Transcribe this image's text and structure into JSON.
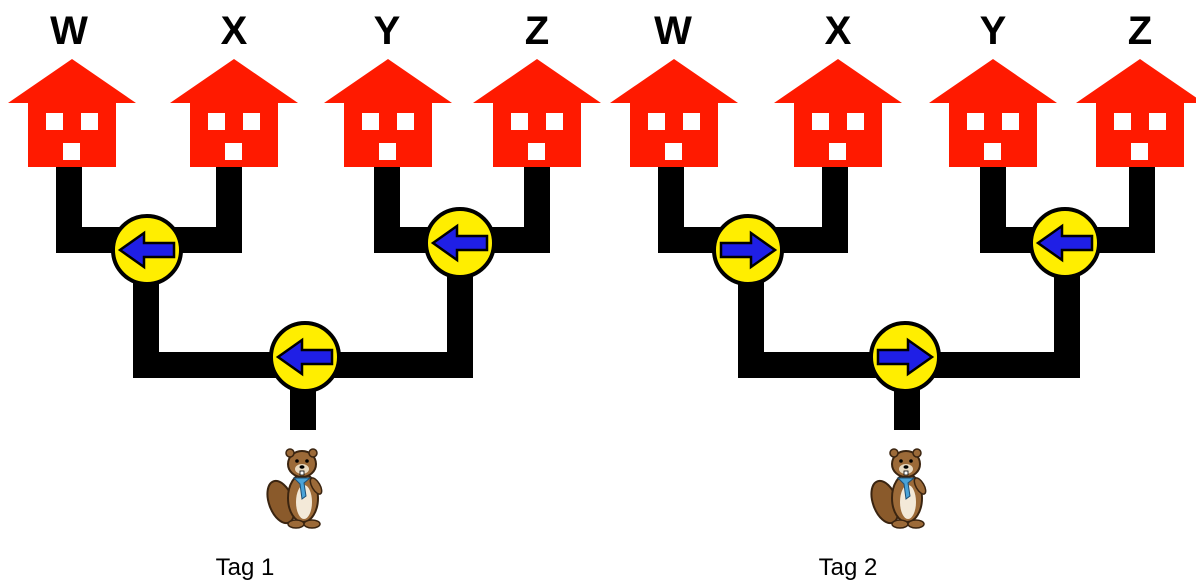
{
  "panels": [
    {
      "caption": "Tag 1",
      "houses": [
        "W",
        "X",
        "Y",
        "Z"
      ],
      "switches": {
        "left": "left",
        "right": "left",
        "bottom": "left"
      }
    },
    {
      "caption": "Tag 2",
      "houses": [
        "W",
        "X",
        "Y",
        "Z"
      ],
      "switches": {
        "left": "right",
        "right": "left",
        "bottom": "right"
      }
    }
  ],
  "colors": {
    "house": "#ff1a00",
    "window": "#ffffff",
    "track": "#000000",
    "switch_fill": "#ffee00",
    "arrow": "#1f1fe6"
  },
  "icons": {
    "traveler": "beaver-icon"
  }
}
